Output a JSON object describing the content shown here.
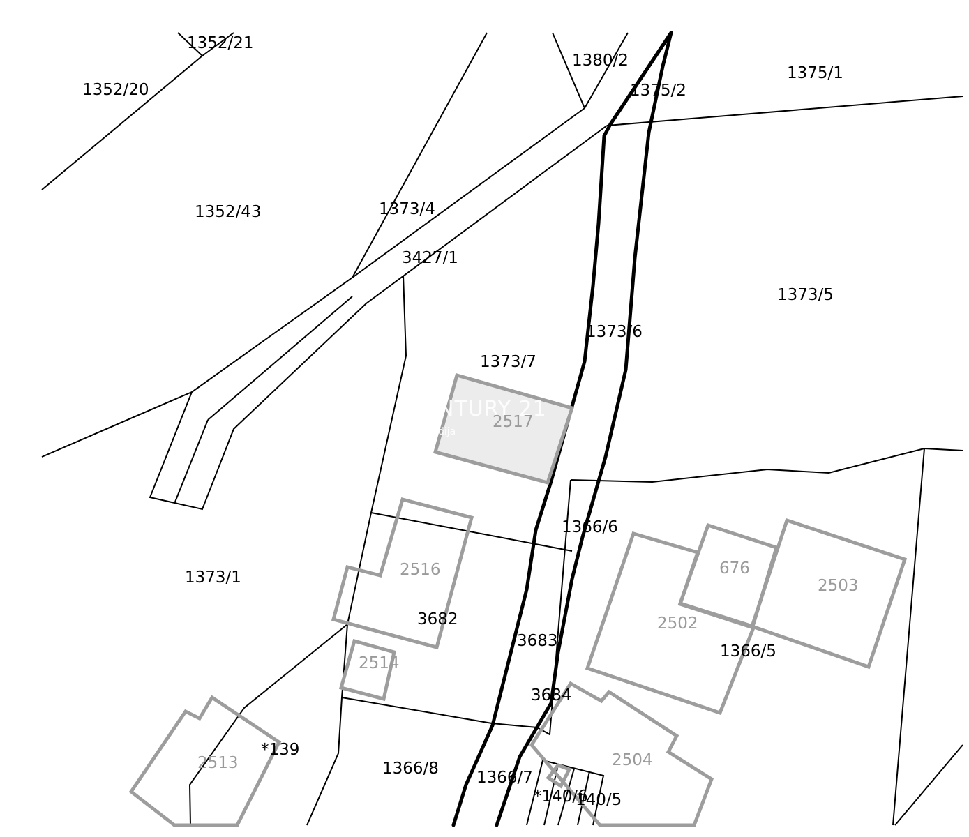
{
  "parcel_labels": [
    "1352/21",
    "1352/20",
    "1380/2",
    "1375/2",
    "1375/1",
    "1352/43",
    "1373/4",
    "3427/1",
    "1373/5",
    "1373/6",
    "1373/7",
    "1366/6",
    "1373/1",
    "3682",
    "3683",
    "1366/5",
    "3684",
    "*139",
    "1366/8",
    "1366/7",
    "*140/6",
    "140/5"
  ],
  "building_labels": [
    "2517",
    "2516",
    "2514",
    "2513",
    "676",
    "2503",
    "2502",
    "2504"
  ],
  "watermark": {
    "brand": "NTURY 21",
    "sub": "dija"
  },
  "colors": {
    "parcel_line": "#000000",
    "building_outline": "#9d9d9d",
    "highlight_fill": "#ececec",
    "building_text": "#9a9a9a"
  }
}
